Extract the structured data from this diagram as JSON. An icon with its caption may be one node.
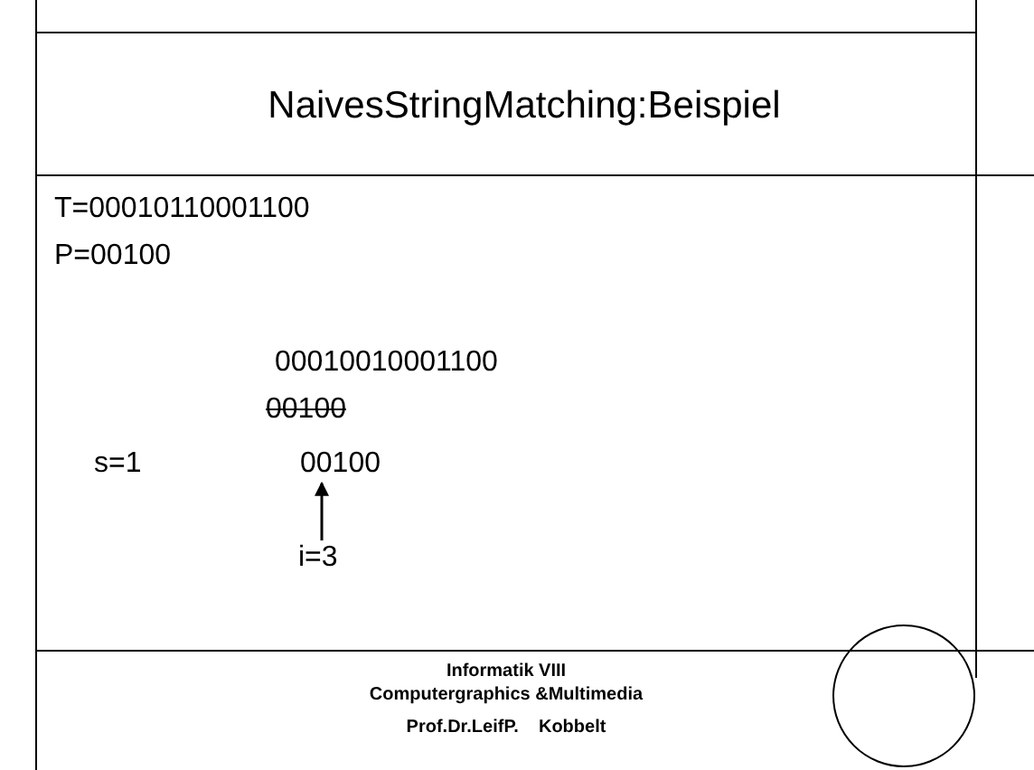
{
  "diagram": {
    "title": "NaivesStringMatching:Beispiel",
    "nodes": [
      {
        "text": [
          "00100"
        ]
      },
      {
        "text": [
          "i=3"
        ]
      },
      {
        "text": [],
        "shape": "circle"
      }
    ],
    "edges": [
      {
        "from": 1,
        "to": 0,
        "arrow": "to"
      }
    ],
    "labels": [
      "T=00010110001100",
      "P=00100",
      "00010010001100",
      "00100",
      "s=1",
      "Informatik VIII",
      "Computergraphics &Multimedia",
      "Prof.Dr.LeifP.    Kobbelt"
    ]
  }
}
